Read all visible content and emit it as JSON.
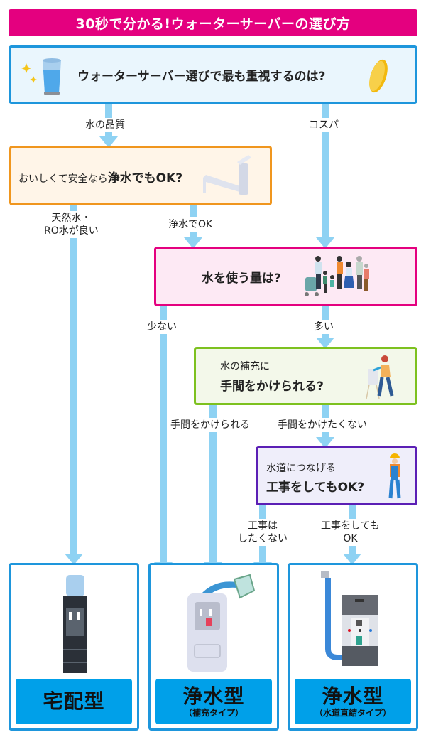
{
  "title": "30秒で分かる!ウォーターサーバーの選び方",
  "colors": {
    "title_bg": "#e4007f",
    "connector": "#8ed2f3",
    "result_band": "#00a0e9",
    "q1_border": "#1e96dc",
    "q2_border": "#f0961e",
    "q3_border": "#e4007f",
    "q4_border": "#7dc11f",
    "q5_border": "#5b1fb5"
  },
  "questions": {
    "q1": {
      "text": "ウォーターサーバー選びで最も重視するのは?",
      "icons": [
        "sparkle-icon",
        "water-glass-icon",
        "coin-icon"
      ]
    },
    "q2": {
      "prefix": "おいしくて安全なら",
      "emphasis": "浄水でもOK?",
      "icon": "faucet-icon"
    },
    "q3": {
      "text": "水を使う量は?",
      "icon": "family-icon"
    },
    "q4": {
      "line1": "水の補充に",
      "line2": "手間をかけられる?",
      "icon": "woman-refilling-icon"
    },
    "q5": {
      "line1": "水道につなげる",
      "line2": "工事をしてもOK?",
      "icon": "worker-icon"
    }
  },
  "branches": {
    "quality": "水の品質",
    "cost": "コスパ",
    "natural_ro_line1": "天然水・",
    "natural_ro_line2": "RO水が良い",
    "purified_ok": "浄水でOK",
    "less": "少ない",
    "more": "多い",
    "can_effort": "手間をかけられる",
    "no_effort": "手間をかけたくない",
    "no_work_line1": "工事は",
    "no_work_line2": "したくない",
    "work_ok_line1": "工事をしても",
    "work_ok_line2": "OK"
  },
  "results": [
    {
      "main": "宅配型",
      "sub": "",
      "icon": "bottled-water-server-icon"
    },
    {
      "main": "浄水型",
      "sub": "（補充タイプ）",
      "icon": "refill-water-server-icon"
    },
    {
      "main": "浄水型",
      "sub": "（水道直結タイプ）",
      "icon": "tap-connected-water-server-icon"
    }
  ]
}
